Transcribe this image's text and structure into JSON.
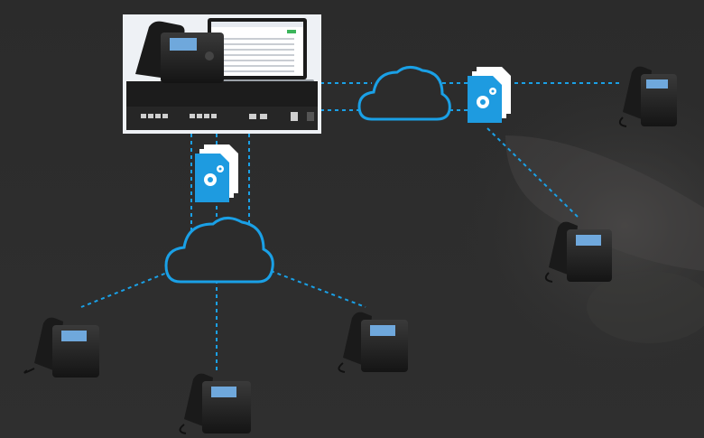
{
  "diagram": {
    "nodes": [
      {
        "id": "pbx-server",
        "kind": "ip-pbx-appliance-with-phone-and-laptop"
      },
      {
        "id": "cloud-top",
        "kind": "cloud"
      },
      {
        "id": "cloud-bottom",
        "kind": "cloud"
      },
      {
        "id": "config-doc-top",
        "kind": "provisioning-config-file"
      },
      {
        "id": "config-doc-left",
        "kind": "provisioning-config-file"
      },
      {
        "id": "phone-top-right",
        "kind": "ip-desk-phone"
      },
      {
        "id": "phone-mid-right",
        "kind": "ip-desk-phone"
      },
      {
        "id": "phone-bottom-left",
        "kind": "ip-desk-phone"
      },
      {
        "id": "phone-bottom-center",
        "kind": "ip-desk-phone"
      },
      {
        "id": "phone-bottom-right",
        "kind": "ip-desk-phone"
      }
    ],
    "edges": [
      {
        "from": "pbx-server",
        "to": "cloud-top"
      },
      {
        "from": "cloud-top",
        "to": "phone-top-right"
      },
      {
        "from": "config-doc-top",
        "to": "phone-mid-right"
      },
      {
        "from": "pbx-server",
        "to": "cloud-bottom"
      },
      {
        "from": "cloud-bottom",
        "to": "phone-bottom-left"
      },
      {
        "from": "cloud-bottom",
        "to": "phone-bottom-center"
      },
      {
        "from": "cloud-bottom",
        "to": "phone-bottom-right"
      }
    ],
    "colors": {
      "background": "#2c2c2c",
      "link": "#1aa0e6",
      "cloud": "#1aa0e6",
      "document": "#1e9be0",
      "phone": "#1e1e1e",
      "phone_screen": "#6fa8dc",
      "server_panel": "#ffffff"
    }
  }
}
